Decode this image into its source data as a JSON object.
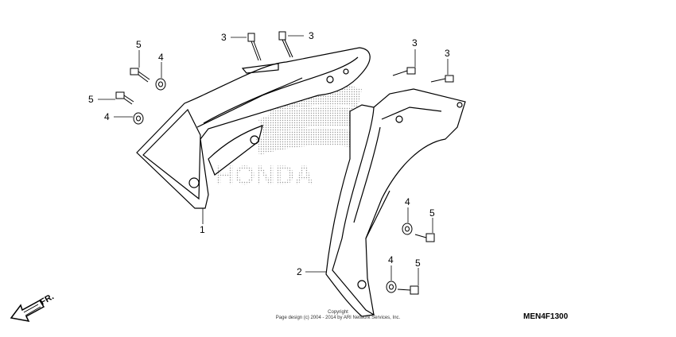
{
  "diagram": {
    "brand_watermark": "HONDA",
    "front_indicator": "FR.",
    "code": "MEN4F1300",
    "copyright_line1": "Copyright",
    "copyright_line2": "Page design (c) 2004 - 2014 by ARI Network Services, Inc.",
    "callouts": {
      "shroud_right": "1",
      "shroud_left": "2",
      "bolt_top_a": "3",
      "bolt_top_b": "3",
      "bolt_mid_a": "3",
      "bolt_mid_b": "3",
      "bolt5_a": "5",
      "bolt5_b": "5",
      "bolt5_c": "5",
      "bolt5_d": "5",
      "collar_a": "4",
      "collar_b": "4",
      "collar_c": "4",
      "collar_d": "4"
    }
  }
}
